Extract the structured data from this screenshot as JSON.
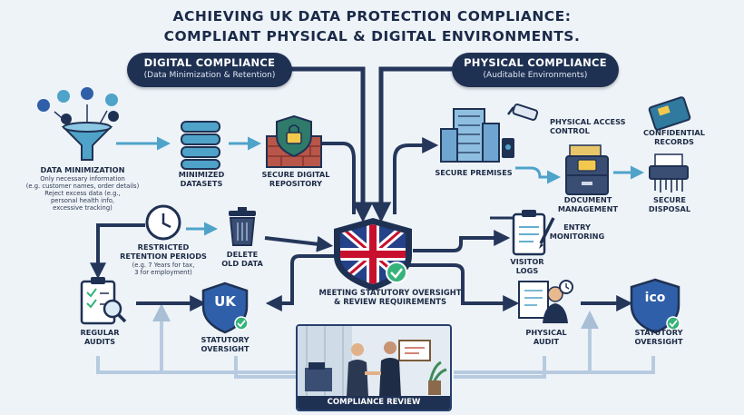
{
  "title": {
    "line1": "ACHIEVING UK DATA PROTECTION COMPLIANCE:",
    "line2": "COMPLIANT PHYSICAL & DIGITAL ENVIRONMENTS."
  },
  "digital": {
    "heading": "DIGITAL COMPLIANCE",
    "subheading": "(Data Minimization & Retention)",
    "data_minimization": {
      "label": "DATA MINIMIZATION",
      "note1": "Only necessary information",
      "note2": "(e.g. customer names, order details)",
      "note3": "Reject excess data (e.g.,",
      "note4": "personal health info,",
      "note5": "excessive tracking)"
    },
    "minimized_datasets": {
      "line1": "MINIMIZED",
      "line2": "DATASETS"
    },
    "secure_repository": {
      "line1": "SECURE DIGITAL",
      "line2": "REPOSITORY"
    },
    "retention": {
      "line1": "RESTRICTED",
      "line2": "RETENTION PERIODS",
      "note1": "(e.g. 7 Years for tax,",
      "note2": "3 for employment)"
    },
    "delete": {
      "line1": "DELETE",
      "line2": "OLD DATA"
    },
    "audits": {
      "line1": "REGULAR",
      "line2": "AUDITS"
    },
    "oversight": {
      "line1": "STATUTORY",
      "line2": "OVERSIGHT",
      "badge": "UK"
    }
  },
  "physical": {
    "heading": "PHYSICAL COMPLIANCE",
    "subheading": "(Auditable Environments)",
    "access_control": "PHYSICAL ACCESS CONTROL",
    "confidential": {
      "line1": "CONFIDENTIAL",
      "line2": "RECORDS"
    },
    "premises": "SECURE PREMISES",
    "document": {
      "line1": "DOCUMENT",
      "line2": "MANAGEMENT"
    },
    "disposal": {
      "line1": "SECURE",
      "line2": "DISPOSAL"
    },
    "entry": {
      "line1": "ENTRY",
      "line2": "MONITORING"
    },
    "visitor": {
      "line1": "VISITOR",
      "line2": "LOGS"
    },
    "audit": {
      "line1": "PHYSICAL",
      "line2": "AUDIT"
    },
    "oversight": {
      "line1": "STATUTORY",
      "line2": "OVERSIGHT",
      "badge": "ico"
    }
  },
  "center": {
    "line1": "MEETING STATUTORY OVERSIGHT",
    "line2": "& REVIEW REQUIREMENTS"
  },
  "review": {
    "caption": "COMPLIANCE REVIEW"
  },
  "colors": {
    "navy": "#1f3153",
    "arrow_dark": "#24365a",
    "arrow_light": "#4fa3c9",
    "arrow_pale": "#a8bfd6",
    "shield_blue": "#2f5fa8",
    "check_green": "#35b37a"
  }
}
